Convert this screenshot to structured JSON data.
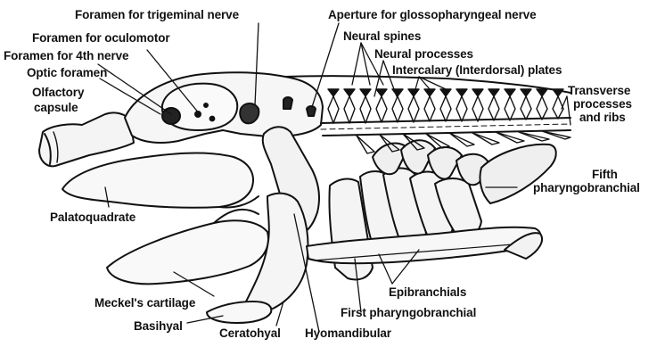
{
  "labels": {
    "foramen_trigeminal": "Foramen for trigeminal nerve",
    "aperture_glossopharyngeal": "Aperture for glossopharyngeal nerve",
    "foramen_oculomotor": "Foramen for oculomotor",
    "neural_spines": "Neural spines",
    "foramen_4th_nerve": "Foramen for 4th nerve",
    "neural_processes": "Neural processes",
    "optic_foramen": "Optic foramen",
    "intercalary_plates": "Intercalary (Interdorsal) plates",
    "olfactory_capsule_1": "Olfactory",
    "olfactory_capsule_2": "capsule",
    "transverse_1": "Transverse",
    "transverse_2": "processes",
    "transverse_3": "and ribs",
    "fifth_pharyngobranchial_1": "Fifth",
    "fifth_pharyngobranchial_2": "pharyngobranchial",
    "palatoquadrate": "Palatoquadrate",
    "epibranchials": "Epibranchials",
    "meckels_cartilage": "Meckel's cartilage",
    "first_pharyngobranchial": "First pharyngobranchial",
    "basihyal": "Basihyal",
    "ceratohyal": "Ceratohyal",
    "hyomandibular": "Hyomandibular"
  }
}
